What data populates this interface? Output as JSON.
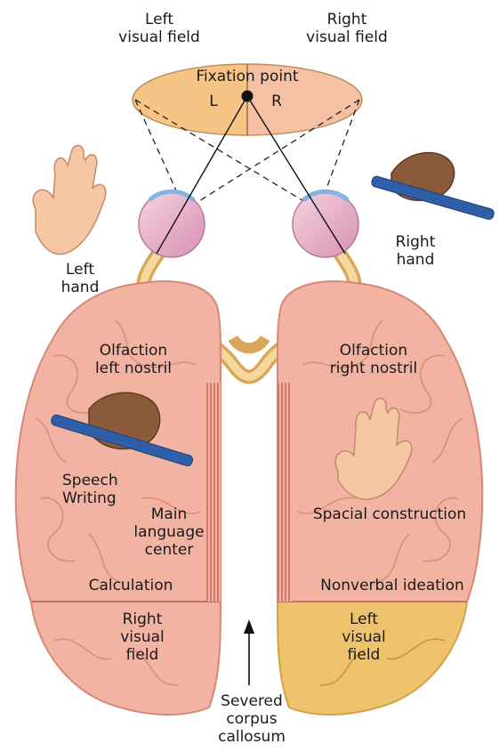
{
  "visual_fields": {
    "left_field_label_line1": "Left",
    "left_field_label_line2": "visual field",
    "right_field_label_line1": "Right",
    "right_field_label_line2": "visual field",
    "fixation_label": "Fixation point",
    "left_half_letter": "L",
    "right_half_letter": "R"
  },
  "hands": {
    "left_hand_line1": "Left",
    "left_hand_line2": "hand",
    "right_hand_line1": "Right",
    "right_hand_line2": "hand"
  },
  "left_hemisphere": {
    "olfaction_line1": "Olfaction",
    "olfaction_line2": "left nostril",
    "speech": "Speech",
    "writing": "Writing",
    "language_line1": "Main",
    "language_line2": "language",
    "language_line3": "center",
    "calculation": "Calculation",
    "occipital_line1": "Right",
    "occipital_line2": "visual",
    "occipital_line3": "field"
  },
  "right_hemisphere": {
    "olfaction_line1": "Olfaction",
    "olfaction_line2": "right nostril",
    "spacial": "Spacial construction",
    "nonverbal": "Nonverbal ideation",
    "occipital_line1": "Left",
    "occipital_line2": "visual",
    "occipital_line3": "field"
  },
  "corpus_callosum": {
    "line1": "Severed",
    "line2": "corpus",
    "line3": "callosum"
  },
  "colors": {
    "brain_pink": "#f3b3a2",
    "brain_outline": "#d58877",
    "occipital_yellow": "#efc36b",
    "left_field_orange": "#f6c585",
    "right_field_peach": "#f5c0a4",
    "eye_pink": "#e9b8cd",
    "skin": "#f5c7a4",
    "dark_skin": "#8a5a3b",
    "pen_blue": "#2f5fa8"
  }
}
